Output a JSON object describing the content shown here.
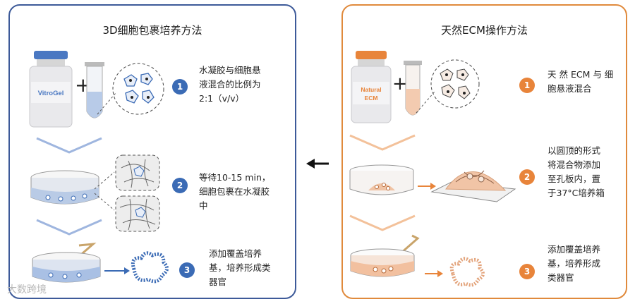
{
  "left_panel": {
    "title": "3D细胞包裹培养方法",
    "bottle_label": "VitroGel",
    "steps": [
      {
        "num": "1",
        "text_lines": [
          "水凝胶与细胞悬",
          "液混合的比例为",
          "2:1（v/v）"
        ]
      },
      {
        "num": "2",
        "text_lines": [
          "等待10-15 min，",
          "细胞包裹在水凝胶",
          "中"
        ]
      },
      {
        "num": "3",
        "text_lines": [
          "添加覆盖培养",
          "基，培养形成类",
          "器官"
        ]
      }
    ]
  },
  "right_panel": {
    "title": "天然ECM操作方法",
    "bottle_label_line1": "Natural",
    "bottle_label_line2": "ECM",
    "steps": [
      {
        "num": "1",
        "text_lines": [
          "天 然 ECM 与 细",
          "胞悬液混合"
        ]
      },
      {
        "num": "2",
        "text_lines": [
          "以圆顶的形式",
          "将混合物添加",
          "至孔板内，置",
          "于37°C培养箱"
        ]
      },
      {
        "num": "3",
        "text_lines": [
          "添加覆盖培养",
          "基，培养形成",
          "类器官"
        ]
      }
    ]
  },
  "watermark": "大数跨境",
  "colors": {
    "blue": "#3d5a99",
    "orange": "#e08a3c"
  }
}
